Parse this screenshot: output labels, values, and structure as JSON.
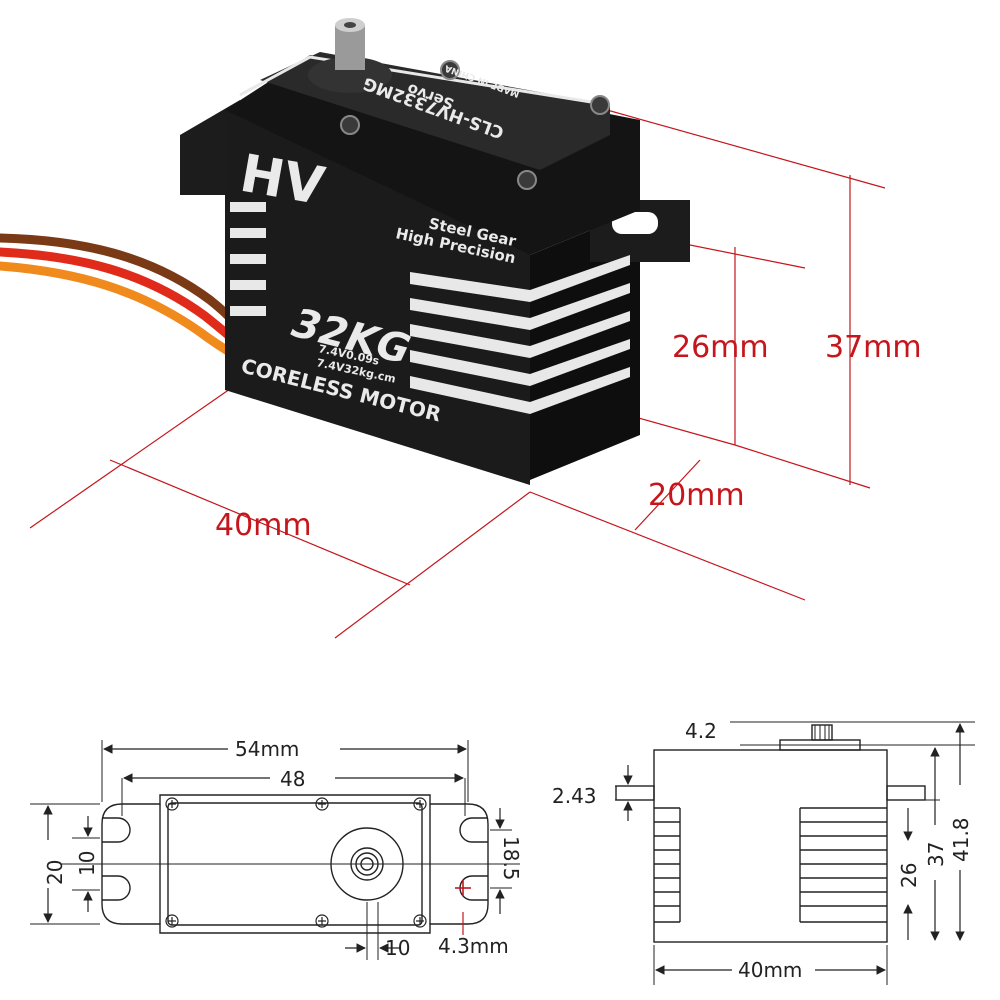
{
  "photo": {
    "brand_script": "HV",
    "model_label": "CLS-HV7332MG",
    "servo_word": "Servo",
    "made_in": "MADE IN CHINA",
    "feature_line1": "Steel Gear",
    "feature_line2": "High Precision",
    "torque_badge": "32KG",
    "spec_line1": "7.4V0.09s",
    "spec_line2": "7.4V32kg.cm",
    "motor_banner": "CORELESS MOTOR",
    "dim_height_body": "26mm",
    "dim_height_total": "37mm",
    "dim_depth": "20mm",
    "dim_length": "40mm"
  },
  "top_view": {
    "dim_overall_width": "54mm",
    "dim_hole_spacing": "48",
    "dim_tab_height": "20",
    "dim_slot_gap": "10",
    "dim_hole_vertical": "18.5",
    "dim_spline_offset": "10",
    "dim_hole_diameter": "4.3mm"
  },
  "side_view": {
    "dim_horn_height": "4.2",
    "dim_tab_thickness": "2.43",
    "dim_body_height": "26",
    "dim_case_height": "37",
    "dim_total_height": "41.8",
    "dim_body_length": "40mm"
  },
  "colors": {
    "dimension_red": "#c4161c",
    "servo_black": "#1a1a1a",
    "accent_silver": "#e8e8e8",
    "wire_orange": "#f08a1c",
    "wire_red": "#e02a1a",
    "wire_brown": "#7a3a16"
  }
}
